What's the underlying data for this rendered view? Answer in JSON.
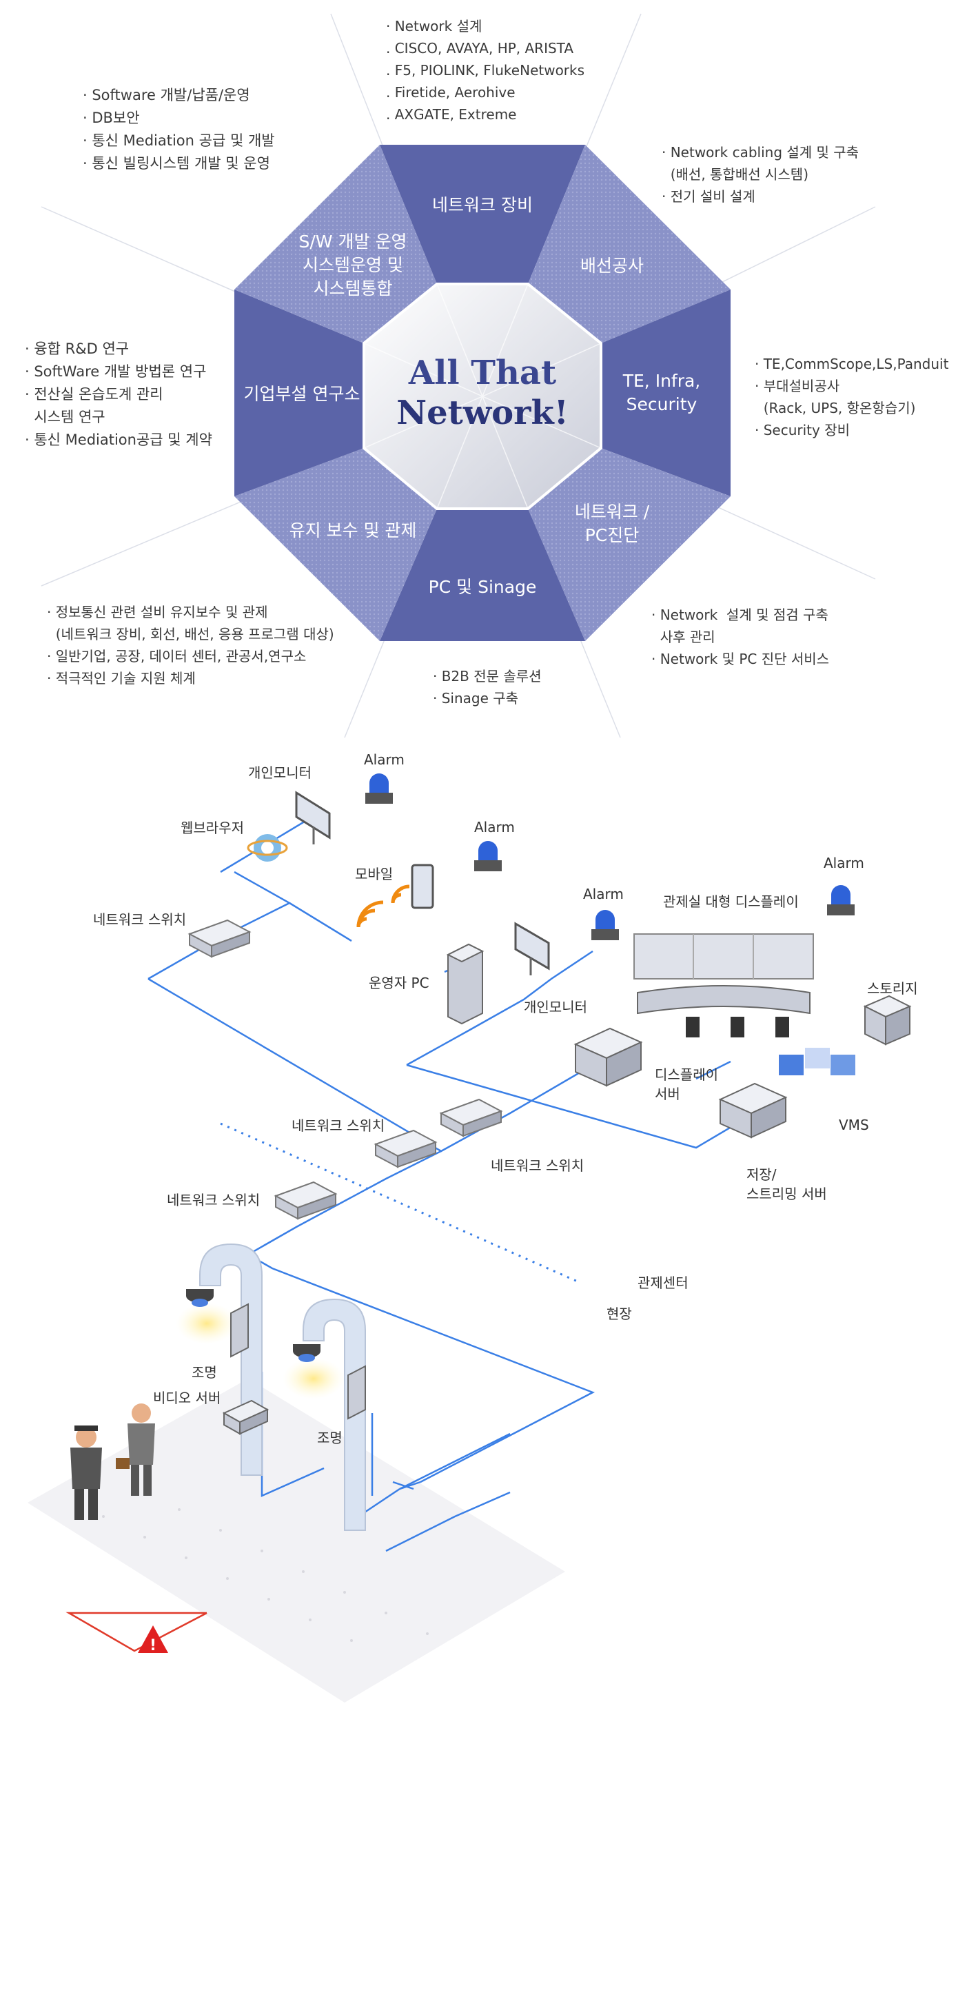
{
  "center": {
    "line1": "All That",
    "line2": "Network!"
  },
  "segments": {
    "network_equipment": "네트워크 장비",
    "cabling": "배선공사",
    "te_infra": [
      "TE, Infra,",
      "Security"
    ],
    "network_pc_diag": [
      "네트워크 /",
      "PC진단"
    ],
    "pc_sinage": "PC 및 Sinage",
    "maintenance": "유지 보수 및 관제",
    "research_lab": "기업부설 연구소",
    "sw_dev": [
      "S/W 개발 운영",
      "시스템운영 및",
      "시스템통합"
    ]
  },
  "details": {
    "network_equipment": [
      "· Network 설계",
      ". CISCO, AVAYA, HP, ARISTA",
      ". F5, PIOLINK, FlukeNetworks",
      ". Firetide, Aerohive",
      ". AXGATE, Extreme"
    ],
    "cabling": [
      "· Network cabling 설계 및 구축",
      "  (배선, 통합배선 시스템)",
      "· 전기 설비 설계"
    ],
    "te_infra": [
      "· TE,CommScope,LS,Panduit",
      "· 부대설비공사",
      "  (Rack, UPS, 항온항습기)",
      "· Security 장비"
    ],
    "network_pc_diag": [
      "· Network  설계 및 점검 구축",
      "  사후 관리",
      "· Network 및 PC 진단 서비스"
    ],
    "pc_sinage": [
      "· B2B 전문 솔루션",
      "· Sinage 구축"
    ],
    "maintenance": [
      "· 정보통신 관련 설비 유지보수 및 관제",
      "  (네트워크 장비, 회선, 배선, 응용 프로그램 대상)",
      "· 일반기업, 공장, 데이터 센터, 관공서,연구소",
      "· 적극적인 기술 지원 체계"
    ],
    "research_lab": [
      "· 융합 R&D 연구",
      "· SoftWare 개발 방법론 연구",
      "· 전산실 온습도계 관리",
      "  시스템 연구",
      "· 통신 Mediation공급 및 계약"
    ],
    "sw_dev": [
      "· Software 개발/납품/운영",
      "· DB보안",
      "· 통신 Mediation 공급 및 개발",
      "· 통신 빌링시스템 개발 및 운영"
    ]
  },
  "diagram": {
    "alarm1": "Alarm",
    "alarm2": "Alarm",
    "alarm3": "Alarm",
    "alarm4": "Alarm",
    "personal_monitor1": "개인모니터",
    "web_browser": "웹브라우저",
    "mobile": "모바일",
    "network_switch1": "네트워크 스위치",
    "operator_pc": "운영자 PC",
    "personal_monitor2": "개인모니터",
    "control_display": "관제실 대형 디스플레이",
    "storage": "스토리지",
    "display_server": [
      "디스플레이",
      "서버"
    ],
    "vms": "VMS",
    "stream_server": [
      "저장/",
      "스트리밍 서버"
    ],
    "network_switch2": "네트워크 스위치",
    "network_switch3": "네트워크 스위치",
    "network_switch4": "네트워크 스위치",
    "control_center": "관제센터",
    "field": "현장",
    "lighting1": "조명",
    "video_server": "비디오 서버",
    "lighting2": "조명"
  },
  "colors": {
    "segment_dark": "#5b64a8",
    "segment_light": "#8a92c8",
    "line_blue": "#3a7fe6",
    "alarm_blue": "#2e62d8"
  }
}
